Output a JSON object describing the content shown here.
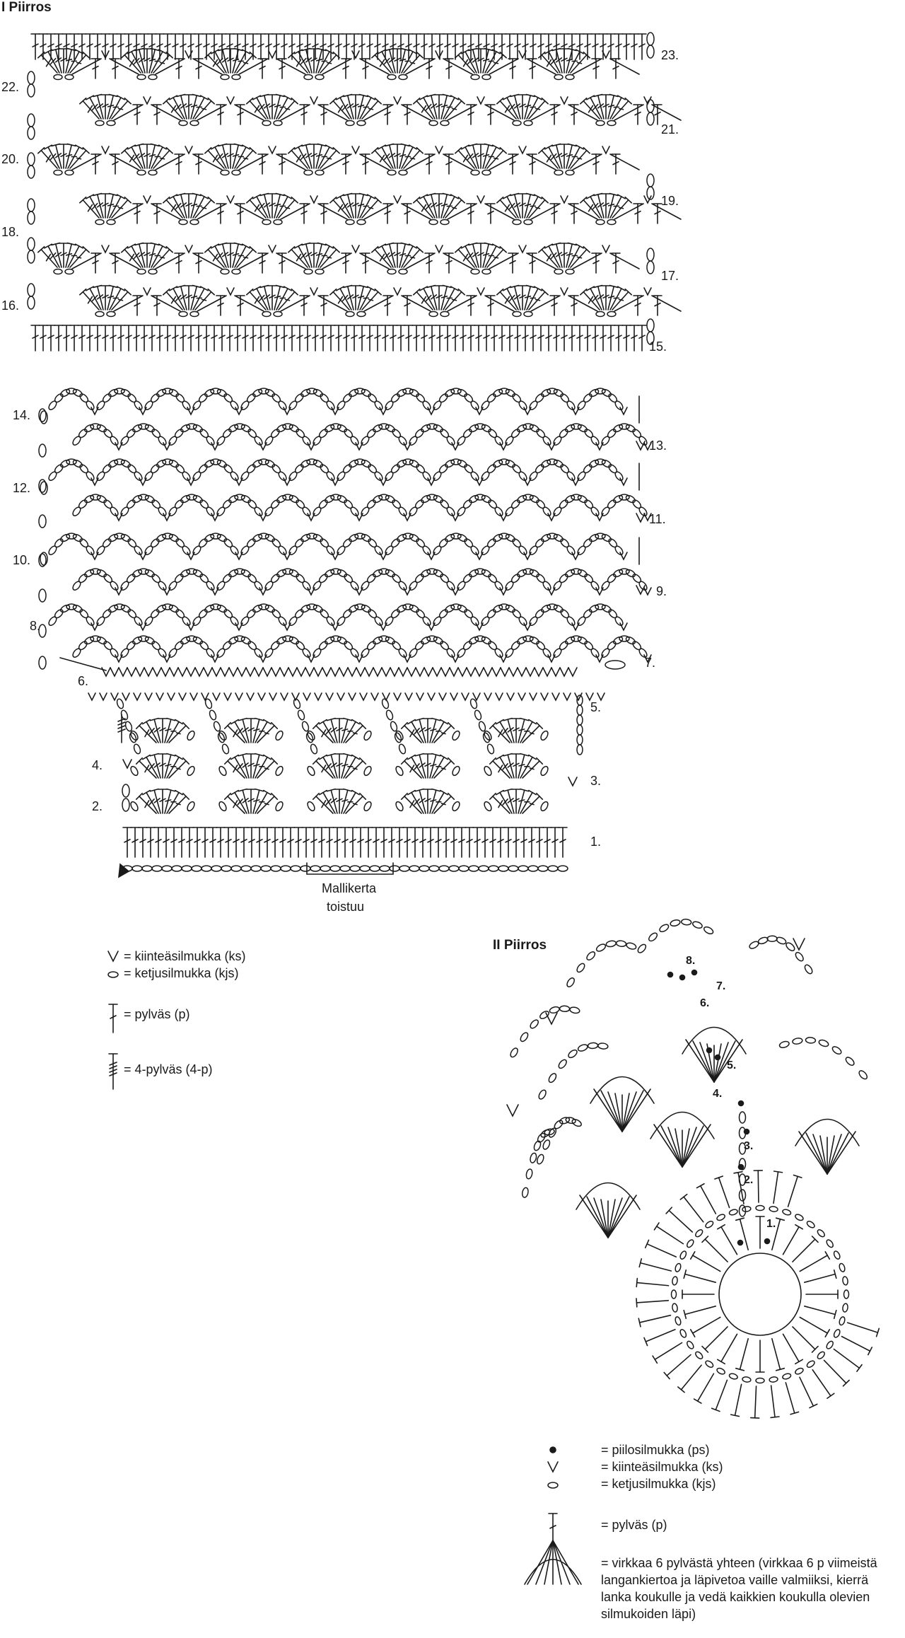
{
  "chart1": {
    "title": "I Piirros",
    "rows_right": [
      "23.",
      "21.",
      "19.",
      "17.",
      "15.",
      "13.",
      "11.",
      "9.",
      "7.",
      "5.",
      "3.",
      "1."
    ],
    "rows_left": [
      "22.",
      "20.",
      "18.",
      "16.",
      "14.",
      "12.",
      "10.",
      "8.",
      "6.",
      "4.",
      "2."
    ],
    "repeat_note_line1": "Mallikerta",
    "repeat_note_line2": "toistuu",
    "legend": [
      {
        "icon": "sc-icon",
        "text": "= kiinteäsilmukka (ks)"
      },
      {
        "icon": "chain-icon",
        "text": "= ketjusilmukka (kjs)"
      },
      {
        "icon": "dc-icon",
        "text": "= pylväs (p)"
      },
      {
        "icon": "quad-treble-icon",
        "text": "= 4-pylväs (4-p)"
      }
    ]
  },
  "chart2": {
    "title": "II Piirros",
    "rounds": [
      "1.",
      "2.",
      "3.",
      "4.",
      "5.",
      "6.",
      "7.",
      "8."
    ],
    "legend": [
      {
        "icon": "slip-stitch-icon",
        "text": "= piilosilmukka (ps)"
      },
      {
        "icon": "sc-icon",
        "text": "= kiinteäsilmukka (ks)"
      },
      {
        "icon": "chain-icon",
        "text": "= ketjusilmukka (kjs)"
      },
      {
        "icon": "dc-icon",
        "text": "= pylväs (p)"
      },
      {
        "icon": "dc6tog-icon",
        "text": "= virkkaa 6 pylvästä yhteen (virkkaa 6 p viimeistä langankiertoa ja läpivetoa vaille valmiiksi, kierrä lanka koukulle ja vedä kaikkien koukulla olevien silmukoiden läpi)"
      }
    ]
  }
}
